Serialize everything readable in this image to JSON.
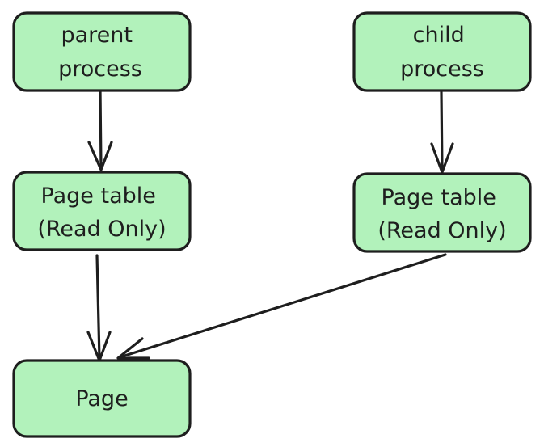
{
  "diagram": {
    "node_fill": "#b2f2bb",
    "stroke_color": "#1e1e1e",
    "nodes": [
      {
        "id": "parent-process",
        "lines": [
          "parent",
          "process"
        ]
      },
      {
        "id": "child-process",
        "lines": [
          "child",
          "process"
        ]
      },
      {
        "id": "parent-page-table",
        "lines": [
          "Page table",
          "(Read Only)"
        ]
      },
      {
        "id": "child-page-table",
        "lines": [
          "Page table",
          "(Read Only)"
        ]
      },
      {
        "id": "page",
        "lines": [
          "Page"
        ]
      }
    ],
    "edges": [
      {
        "from": "parent-process",
        "to": "parent-page-table"
      },
      {
        "from": "child-process",
        "to": "child-page-table"
      },
      {
        "from": "parent-page-table",
        "to": "page"
      },
      {
        "from": "child-page-table",
        "to": "page"
      }
    ]
  }
}
